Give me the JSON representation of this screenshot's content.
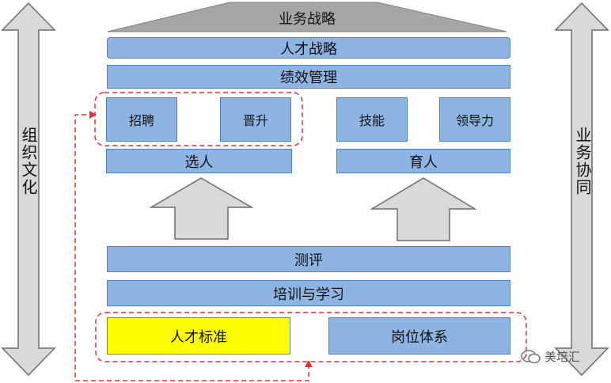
{
  "roof": {
    "label": "业务战略"
  },
  "layers": {
    "talent_strategy": "人才战略",
    "performance": "绩效管理"
  },
  "select_group": {
    "recruit": "招聘",
    "promote": "晋升",
    "base": "选人"
  },
  "develop_group": {
    "skill": "技能",
    "leadership": "领导力",
    "base": "育人"
  },
  "foundation": {
    "assessment": "测评",
    "training": "培训与学习",
    "talent_standard": "人才标准",
    "job_system": "岗位体系"
  },
  "side": {
    "left": "组织文化",
    "right": "业务协同"
  },
  "logo": {
    "text": "美培汇"
  },
  "colors": {
    "block_fill": "#8db4e2",
    "block_border": "#4f81bd",
    "highlight": "#ffff00",
    "dashed_line": "#e03030",
    "arrow_fill": "#d9d9d9",
    "arrow_border": "#6d6d6d"
  }
}
